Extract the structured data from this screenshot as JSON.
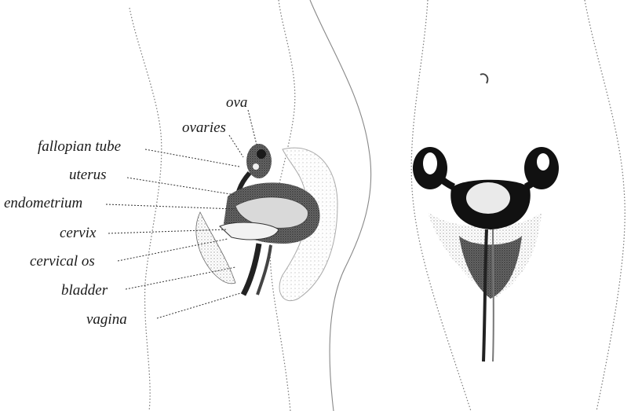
{
  "labels": {
    "ova": "ova",
    "ovaries": "ovaries",
    "fallopian_tube": "fallopian tube",
    "uterus": "uterus",
    "endometrium": "endometrium",
    "cervix": "cervix",
    "cervical_os": "cervical os",
    "bladder": "bladder",
    "vagina": "vagina"
  }
}
